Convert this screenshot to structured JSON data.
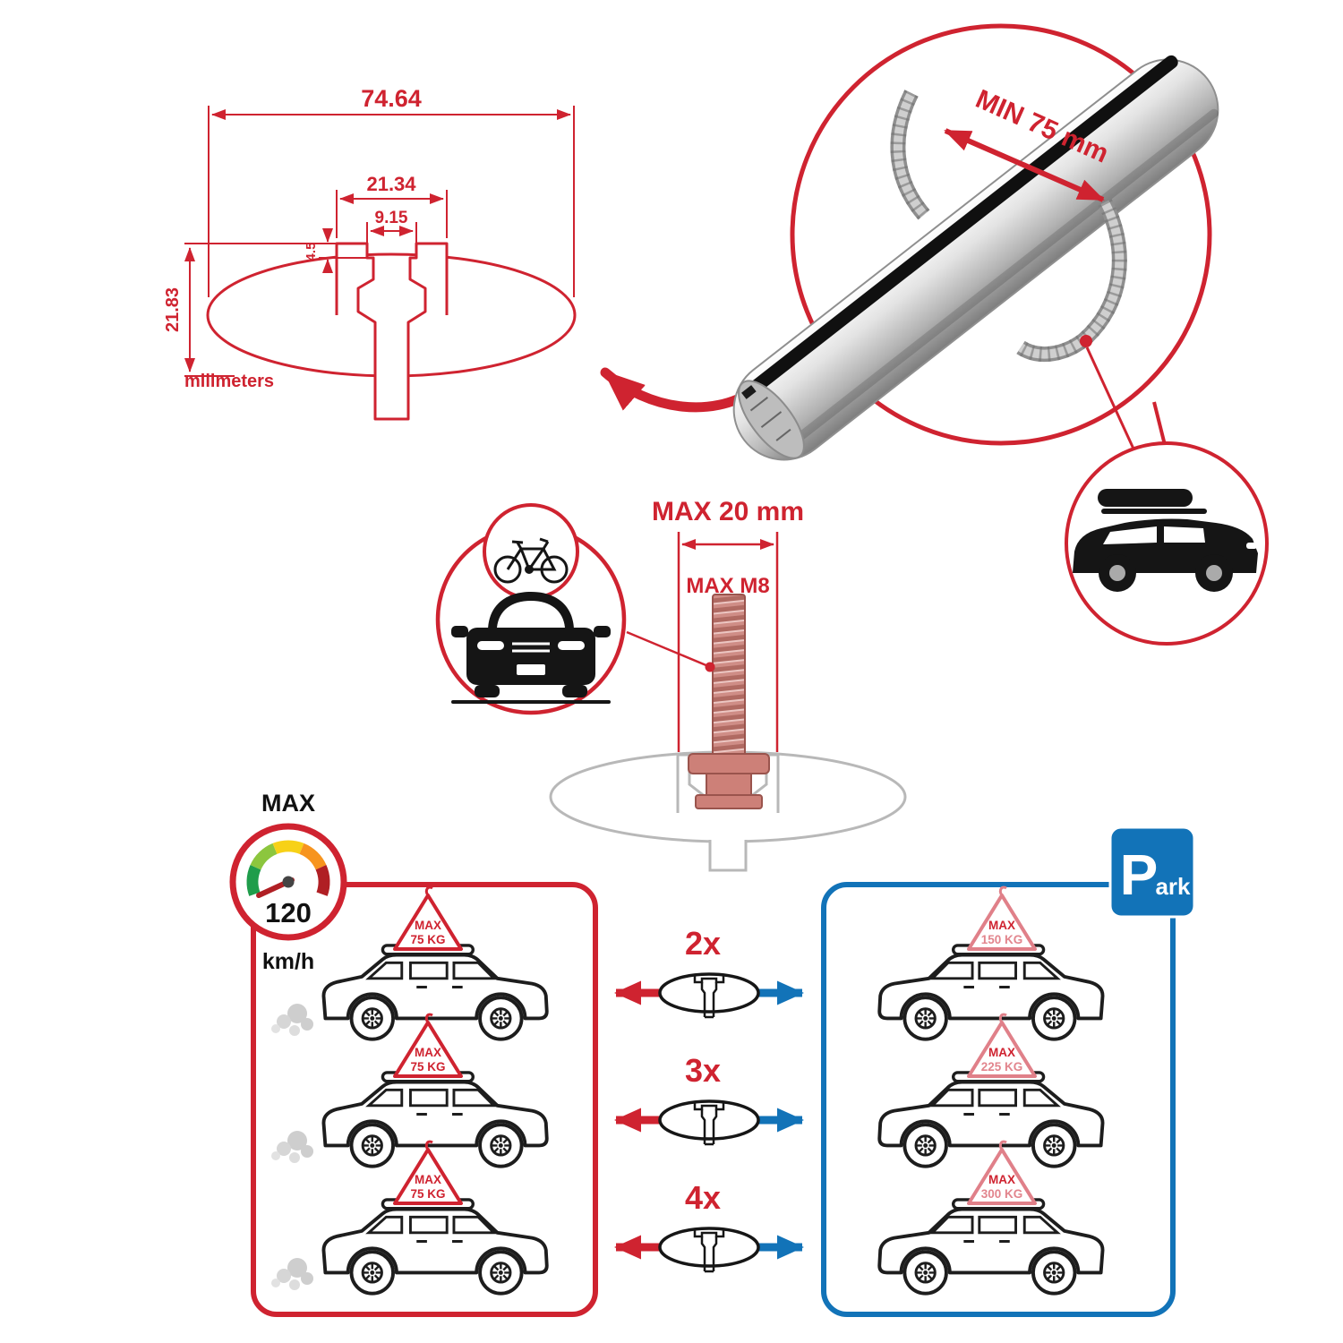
{
  "colors": {
    "red": "#cf2330",
    "blue": "#1273b8",
    "silver": "#c9c9c9",
    "black": "#111111"
  },
  "cross_section_diagram": {
    "overall_width": "74.64",
    "channel_width": "21.34",
    "slot_width": "9.15",
    "step_depth": "4.5",
    "overall_height": "21.83",
    "units": "milimeters"
  },
  "bar_zoom": {
    "min_span": "MIN 75 mm"
  },
  "bolt_diagram": {
    "max_thickness": "MAX 20 mm",
    "max_thread": "MAX M8"
  },
  "speed_limit": {
    "label": "MAX",
    "value": "120",
    "units": "km/h"
  },
  "crossbar_counts": [
    "2x",
    "3x",
    "4x"
  ],
  "driving_zone": {
    "cars": [
      {
        "flag_label": "MAX",
        "flag_value": "75 KG"
      },
      {
        "flag_label": "MAX",
        "flag_value": "75 KG"
      },
      {
        "flag_label": "MAX",
        "flag_value": "75 KG"
      }
    ]
  },
  "parking_zone": {
    "sign_letter": "P",
    "sign_rest": "ark",
    "cars": [
      {
        "flag_label": "MAX",
        "flag_value": "150 KG"
      },
      {
        "flag_label": "MAX",
        "flag_value": "225 KG"
      },
      {
        "flag_label": "MAX",
        "flag_value": "300 KG"
      }
    ]
  }
}
